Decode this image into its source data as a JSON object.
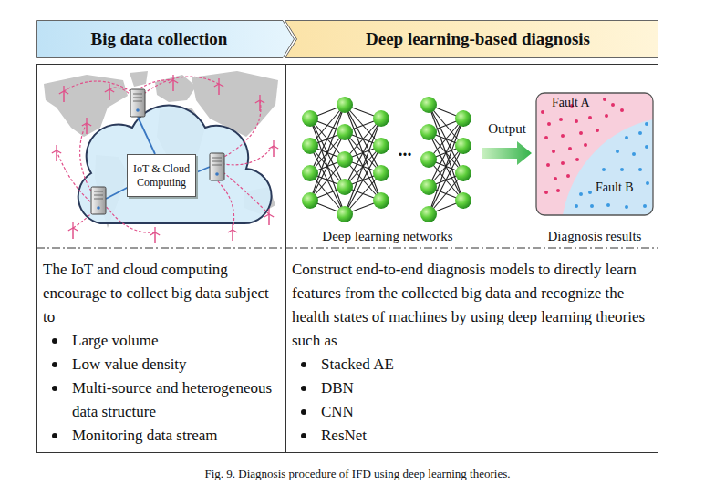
{
  "diagram": {
    "caption": "Fig. 9. Diagnosis procedure of IFD using deep learning theories.",
    "nodes": [
      {
        "text": [
          "Big data collection"
        ]
      },
      {
        "text": [
          "Deep learning-based diagnosis"
        ]
      },
      {
        "text": [
          "The IoT and cloud computing encourage to collect big data subject to",
          "Large volume",
          "Low value density",
          "Multi-source and heterogeneous data structure",
          "Monitoring data stream"
        ]
      },
      {
        "text": [
          "IoT & Cloud Computing"
        ],
        "in": 2
      },
      {
        "text": [
          "Construct end-to-end diagnosis models to directly learn features from the collected big data and recognize the health states of machines by using deep learning theories such as",
          "Stacked AE",
          "DBN",
          "CNN",
          "ResNet"
        ]
      },
      {
        "text": [
          "Deep learning networks"
        ],
        "in": 4
      },
      {
        "text": [
          "Fault A",
          "Fault B",
          "Diagnosis results"
        ],
        "in": 4
      }
    ],
    "edges": [
      {
        "from": 5,
        "to": 6,
        "arrow": "to",
        "label": "Output"
      }
    ],
    "labels": [
      "..."
    ]
  }
}
